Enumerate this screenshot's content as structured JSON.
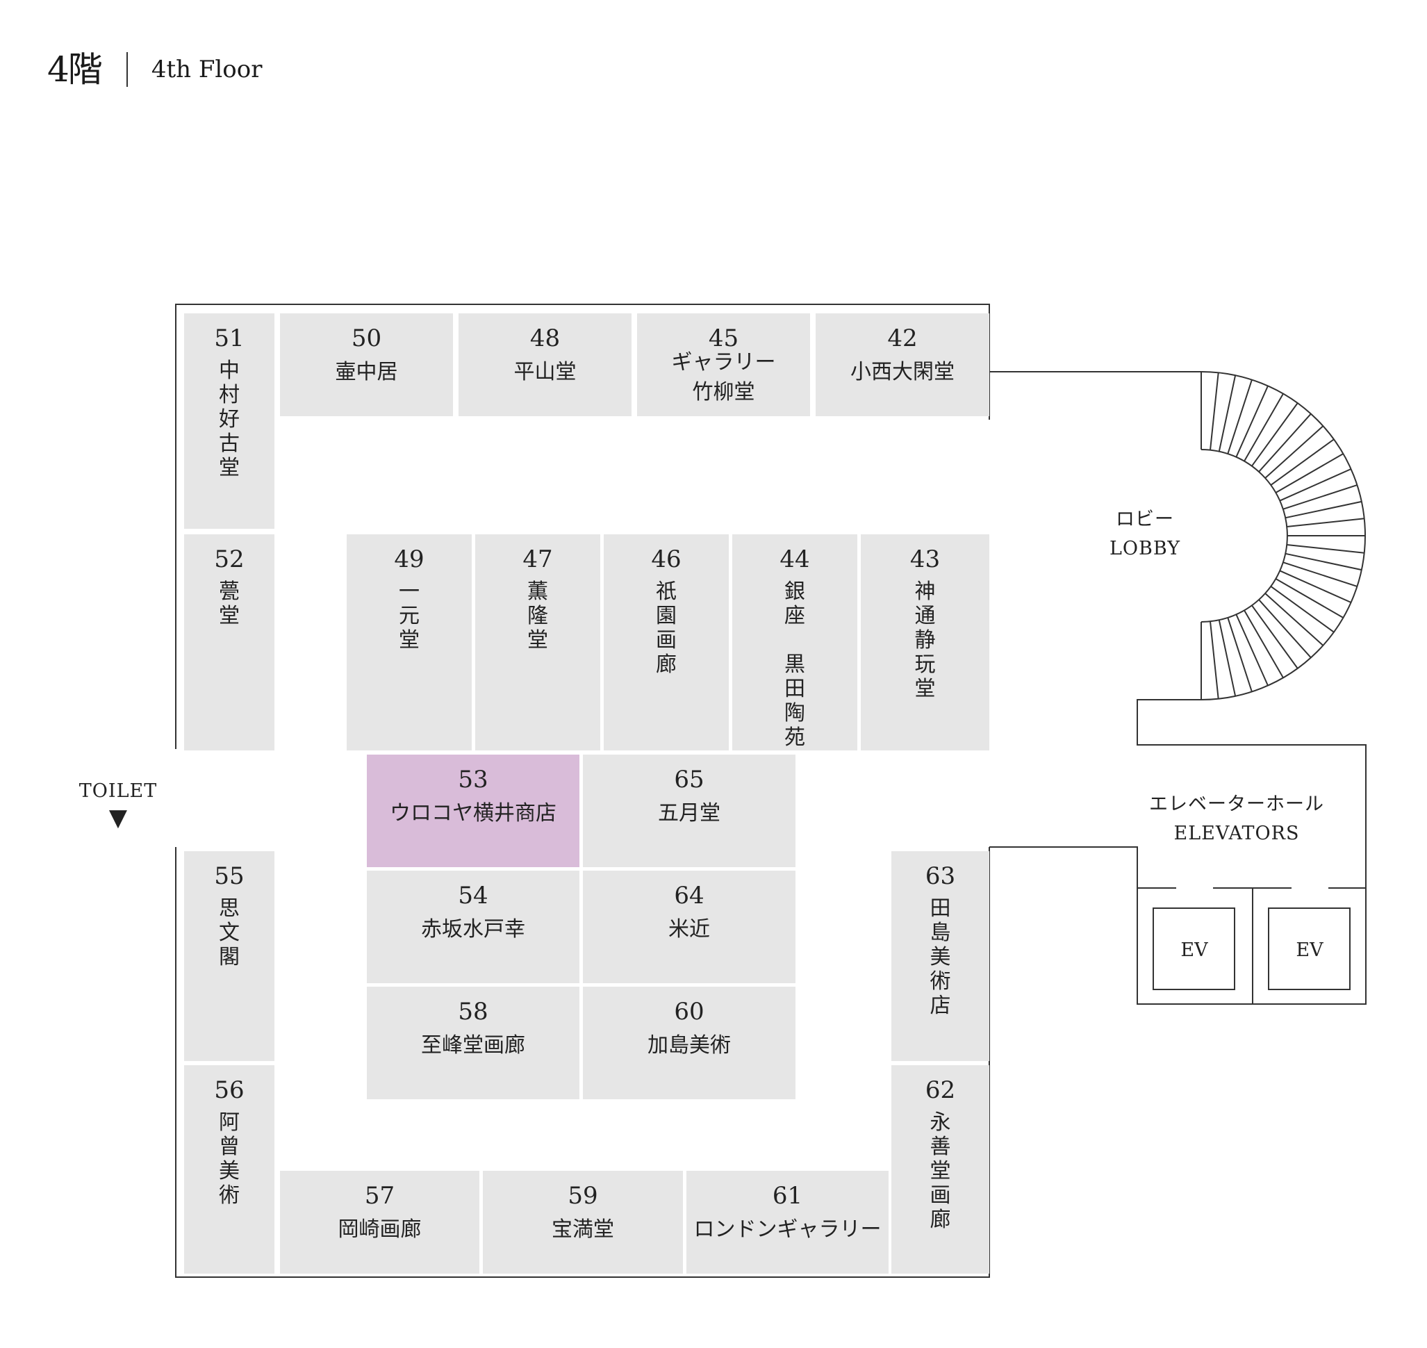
{
  "header": {
    "floor_jp": "4階",
    "floor_en": "4th Floor"
  },
  "booths": [
    {
      "id": "51",
      "number": "51",
      "name": "中村好古堂",
      "vertical": true
    },
    {
      "id": "50",
      "number": "50",
      "name": "壷中居",
      "vertical": false
    },
    {
      "id": "48",
      "number": "48",
      "name": "平山堂",
      "vertical": false
    },
    {
      "id": "45",
      "number": "45",
      "name_lines": [
        "ギャラリー",
        "竹柳堂"
      ],
      "vertical": false
    },
    {
      "id": "42",
      "number": "42",
      "name": "小西大閑堂",
      "vertical": false
    },
    {
      "id": "52",
      "number": "52",
      "name": "甍堂",
      "vertical": true
    },
    {
      "id": "49",
      "number": "49",
      "name": "一元堂",
      "vertical": true
    },
    {
      "id": "47",
      "number": "47",
      "name": "薫隆堂",
      "vertical": true
    },
    {
      "id": "46",
      "number": "46",
      "name": "祇園画廊",
      "vertical": true
    },
    {
      "id": "44",
      "number": "44",
      "name": "銀座 黒田陶苑",
      "vertical": true
    },
    {
      "id": "43",
      "number": "43",
      "name": "神通静玩堂",
      "vertical": true
    },
    {
      "id": "53",
      "number": "53",
      "name": "ウロコヤ横井商店",
      "vertical": false,
      "highlight": true
    },
    {
      "id": "65",
      "number": "65",
      "name": "五月堂",
      "vertical": false
    },
    {
      "id": "54",
      "number": "54",
      "name": "赤坂水戸幸",
      "vertical": false
    },
    {
      "id": "64",
      "number": "64",
      "name": "米近",
      "vertical": false
    },
    {
      "id": "58",
      "number": "58",
      "name": "至峰堂画廊",
      "vertical": false
    },
    {
      "id": "60",
      "number": "60",
      "name": "加島美術",
      "vertical": false
    },
    {
      "id": "55",
      "number": "55",
      "name": "思文閣",
      "vertical": true
    },
    {
      "id": "56",
      "number": "56",
      "name": "阿曾美術",
      "vertical": true
    },
    {
      "id": "63",
      "number": "63",
      "name": "田島美術店",
      "vertical": true
    },
    {
      "id": "62",
      "number": "62",
      "name": "永善堂画廊",
      "vertical": true
    },
    {
      "id": "57",
      "number": "57",
      "name": "岡崎画廊",
      "vertical": false
    },
    {
      "id": "59",
      "number": "59",
      "name": "宝満堂",
      "vertical": false
    },
    {
      "id": "61",
      "number": "61",
      "name": "ロンドンギャラリー",
      "vertical": false
    }
  ],
  "labels": {
    "toilet": "TOILET",
    "toilet_arrow": "▼",
    "lobby_jp": "ロビー",
    "lobby_en": "LOBBY",
    "elevators_jp": "エレベーターホール",
    "elevators_en": "ELEVATORS",
    "ev1": "EV",
    "ev2": "EV"
  },
  "colors": {
    "booth": "#e6e6e6",
    "highlight": "#d9bcd9",
    "line": "#333333"
  }
}
